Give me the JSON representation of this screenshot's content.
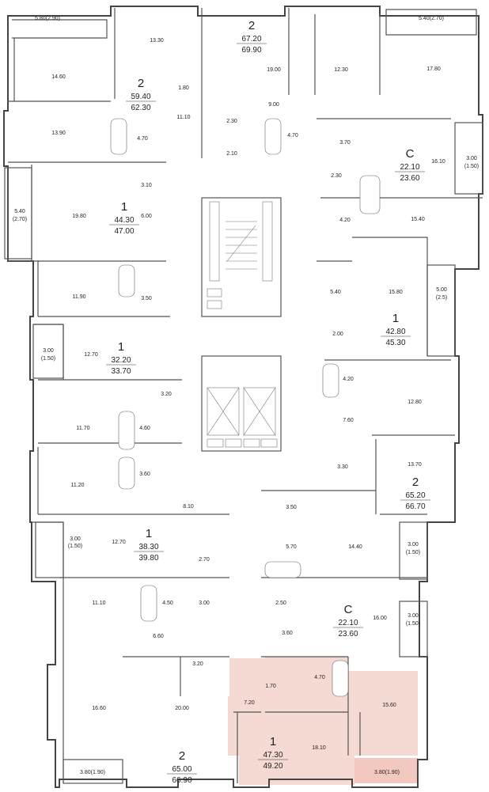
{
  "colors": {
    "highlight": "#f5d9d3",
    "wall": "#555555"
  },
  "apartments": [
    {
      "type": "2",
      "area": "59.40",
      "area_total": "62.30"
    },
    {
      "type": "2",
      "area": "67.20",
      "area_total": "69.90"
    },
    {
      "type": "C",
      "area": "22.10",
      "area_total": "23.60"
    },
    {
      "type": "1",
      "area": "44.30",
      "area_total": "47.00"
    },
    {
      "type": "1",
      "area": "42.80",
      "area_total": "45.30"
    },
    {
      "type": "1",
      "area": "32.20",
      "area_total": "33.70"
    },
    {
      "type": "2",
      "area": "65.20",
      "area_total": "66.70"
    },
    {
      "type": "1",
      "area": "38.30",
      "area_total": "39.80"
    },
    {
      "type": "C",
      "area": "22.10",
      "area_total": "23.60"
    },
    {
      "type": "2",
      "area": "65.00",
      "area_total": "66.90"
    },
    {
      "type": "1",
      "area": "47.30",
      "area_total": "49.20"
    }
  ],
  "rooms": [
    "5.80(2.90)",
    "13.30",
    "14.60",
    "1.80",
    "11.10",
    "13.90",
    "4.70",
    "19.00",
    "12.30",
    "9.00",
    "2.30",
    "2.10",
    "4.70",
    "5.40(2.70)",
    "17.80",
    "3.70",
    "16.10",
    "2.30",
    "3.00",
    "(1.50)",
    "3.10",
    "5.40",
    "(2.70)",
    "19.80",
    "6.00",
    "4.20",
    "15.40",
    "11.90",
    "3.50",
    "15.80",
    "5.00",
    "(2.5)",
    "5.40",
    "2.00",
    "3.00",
    "(1.50)",
    "12.70",
    "4.20",
    "12.80",
    "3.20",
    "11.70",
    "4.60",
    "7.60",
    "11.20",
    "3.60",
    "3.30",
    "13.70",
    "3.50",
    "8.10",
    "3.00",
    "(1.50)",
    "12.70",
    "2.70",
    "5.70",
    "14.40",
    "3.00",
    "(1.50)",
    "11.10",
    "4.50",
    "3.00",
    "2.50",
    "16.00",
    "3.00",
    "(1.50)",
    "6.60",
    "3.60",
    "3.20",
    "1.70",
    "4.70",
    "7.20",
    "15.60",
    "16.60",
    "20.00",
    "18.10",
    "3.80(1.90)",
    "3.80(1.90)"
  ]
}
